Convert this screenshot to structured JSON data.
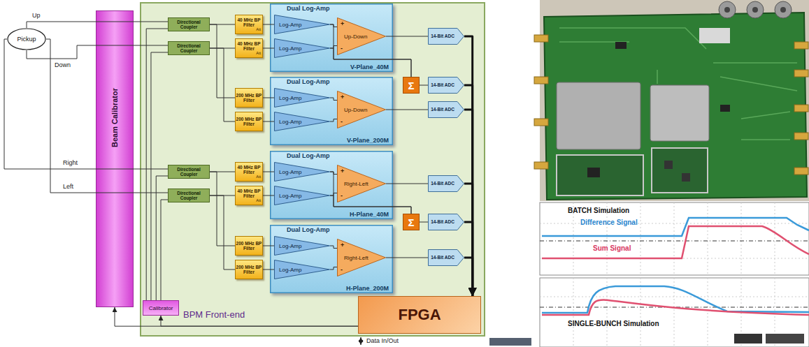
{
  "diagram": {
    "nodes": [
      {
        "text": [
          "Pickup"
        ]
      },
      {
        "text": [
          "Beam Calibrator"
        ]
      },
      {
        "text": [
          "BPM Front-end"
        ]
      },
      {
        "text": [
          "Directional Coupler"
        ],
        "in": 2
      },
      {
        "text": [
          "Directional Coupler"
        ],
        "in": 2
      },
      {
        "text": [
          "40 MHz BP Filter",
          "Att"
        ],
        "in": 2
      },
      {
        "text": [
          "40 MHz BP Filter",
          "Att"
        ],
        "in": 2
      },
      {
        "text": [
          "200 MHz BP Filter"
        ],
        "in": 2
      },
      {
        "text": [
          "200 MHz BP Filter"
        ],
        "in": 2
      },
      {
        "text": [
          "Dual Log-Amp",
          "V-Plane_40M"
        ],
        "in": 2
      },
      {
        "text": [
          "Log-Amp"
        ],
        "in": 9
      },
      {
        "text": [
          "Log-Amp"
        ],
        "in": 9
      },
      {
        "text": [
          "+",
          "Up-Down",
          "-"
        ],
        "in": 9
      },
      {
        "text": [
          "Dual Log-Amp",
          "V-Plane_200M"
        ],
        "in": 2
      },
      {
        "text": [
          "Log-Amp"
        ],
        "in": 13
      },
      {
        "text": [
          "Log-Amp"
        ],
        "in": 13
      },
      {
        "text": [
          "+",
          "Up-Down",
          "-"
        ],
        "in": 13
      },
      {
        "text": [
          "Directional Coupler"
        ],
        "in": 2
      },
      {
        "text": [
          "Directional Coupler"
        ],
        "in": 2
      },
      {
        "text": [
          "40 MHz BP Filter",
          "Att"
        ],
        "in": 2
      },
      {
        "text": [
          "40 MHz BP Filter",
          "Att"
        ],
        "in": 2
      },
      {
        "text": [
          "200 MHz BP Filter"
        ],
        "in": 2
      },
      {
        "text": [
          "200 MHz BP Filter"
        ],
        "in": 2
      },
      {
        "text": [
          "Dual Log-Amp",
          "H-Plane_40M"
        ],
        "in": 2
      },
      {
        "text": [
          "Log-Amp"
        ],
        "in": 23
      },
      {
        "text": [
          "Log-Amp"
        ],
        "in": 23
      },
      {
        "text": [
          "+",
          "Right-Left",
          "-"
        ],
        "in": 23
      },
      {
        "text": [
          "Dual Log-Amp",
          "H-Plane_200M"
        ],
        "in": 2
      },
      {
        "text": [
          "Log-Amp"
        ],
        "in": 27
      },
      {
        "text": [
          "Log-Amp"
        ],
        "in": 27
      },
      {
        "text": [
          "+",
          "Right-Left",
          "-"
        ],
        "in": 27
      },
      {
        "text": [
          "Σ"
        ],
        "in": 2
      },
      {
        "text": [
          "Σ"
        ],
        "in": 2
      },
      {
        "text": [
          "14-Bit ADC"
        ],
        "in": 2
      },
      {
        "text": [
          "14-Bit ADC"
        ],
        "in": 2
      },
      {
        "text": [
          "14-Bit ADC"
        ],
        "in": 2
      },
      {
        "text": [
          "14-Bit ADC"
        ],
        "in": 2
      },
      {
        "text": [
          "14-Bit ADC"
        ],
        "in": 2
      },
      {
        "text": [
          "14-Bit ADC"
        ],
        "in": 2
      },
      {
        "text": [
          "Calibrator"
        ],
        "in": 2
      },
      {
        "text": [
          "FPGA"
        ],
        "in": 2
      }
    ],
    "edges": [
      {
        "from": 0,
        "to": 3,
        "arrow": "none"
      },
      {
        "from": 0,
        "to": 4,
        "arrow": "none"
      },
      {
        "from": 0,
        "to": 17,
        "arrow": "none"
      },
      {
        "from": 0,
        "to": 18,
        "arrow": "none"
      },
      {
        "from": 39,
        "to": 3,
        "arrow": "none"
      },
      {
        "from": 39,
        "to": 4,
        "arrow": "none"
      },
      {
        "from": 39,
        "to": 17,
        "arrow": "none"
      },
      {
        "from": 39,
        "to": 18,
        "arrow": "none"
      },
      {
        "from": 40,
        "to": 1,
        "arrow": "to"
      },
      {
        "from": 40,
        "to": 39,
        "arrow": "to"
      },
      {
        "from": 3,
        "to": 5,
        "arrow": "none"
      },
      {
        "from": 3,
        "to": 7,
        "arrow": "none"
      },
      {
        "from": 4,
        "to": 6,
        "arrow": "none"
      },
      {
        "from": 4,
        "to": 8,
        "arrow": "none"
      },
      {
        "from": 17,
        "to": 19,
        "arrow": "none"
      },
      {
        "from": 17,
        "to": 21,
        "arrow": "none"
      },
      {
        "from": 18,
        "to": 20,
        "arrow": "none"
      },
      {
        "from": 18,
        "to": 22,
        "arrow": "none"
      },
      {
        "from": 5,
        "to": 10,
        "arrow": "none"
      },
      {
        "from": 6,
        "to": 11,
        "arrow": "none"
      },
      {
        "from": 7,
        "to": 14,
        "arrow": "none"
      },
      {
        "from": 8,
        "to": 15,
        "arrow": "none"
      },
      {
        "from": 19,
        "to": 24,
        "arrow": "none"
      },
      {
        "from": 20,
        "to": 25,
        "arrow": "none"
      },
      {
        "from": 21,
        "to": 28,
        "arrow": "none"
      },
      {
        "from": 22,
        "to": 29,
        "arrow": "none"
      },
      {
        "from": 10,
        "to": 12,
        "arrow": "none"
      },
      {
        "from": 11,
        "to": 12,
        "arrow": "none"
      },
      {
        "from": 14,
        "to": 16,
        "arrow": "none"
      },
      {
        "from": 15,
        "to": 16,
        "arrow": "none"
      },
      {
        "from": 24,
        "to": 26,
        "arrow": "none"
      },
      {
        "from": 25,
        "to": 26,
        "arrow": "none"
      },
      {
        "from": 28,
        "to": 30,
        "arrow": "none"
      },
      {
        "from": 29,
        "to": 30,
        "arrow": "none"
      },
      {
        "from": 10,
        "to": 31,
        "arrow": "none"
      },
      {
        "from": 11,
        "to": 31,
        "arrow": "none"
      },
      {
        "from": 24,
        "to": 32,
        "arrow": "none"
      },
      {
        "from": 25,
        "to": 32,
        "arrow": "none"
      },
      {
        "from": 12,
        "to": 33,
        "arrow": "none"
      },
      {
        "from": 16,
        "to": 35,
        "arrow": "none"
      },
      {
        "from": 26,
        "to": 36,
        "arrow": "none"
      },
      {
        "from": 30,
        "to": 38,
        "arrow": "none"
      },
      {
        "from": 31,
        "to": 34,
        "arrow": "none"
      },
      {
        "from": 32,
        "to": 37,
        "arrow": "none"
      },
      {
        "from": 33,
        "to": 40,
        "arrow": "to"
      },
      {
        "from": 34,
        "to": 40,
        "arrow": "to"
      },
      {
        "from": 35,
        "to": 40,
        "arrow": "to"
      },
      {
        "from": 36,
        "to": 40,
        "arrow": "to"
      },
      {
        "from": 37,
        "to": 40,
        "arrow": "to"
      },
      {
        "from": 38,
        "to": 40,
        "arrow": "to"
      }
    ],
    "labels": [
      "Up",
      "Down",
      "Right",
      "Left",
      "Data In/Out",
      "BATCH Simulation",
      "Difference Signal",
      "Sum Signal",
      "SINGLE-BUNCH Simulation"
    ]
  }
}
